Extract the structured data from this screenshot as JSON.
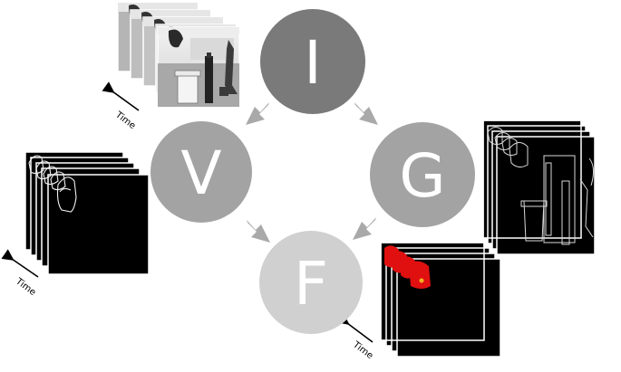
{
  "nodes": {
    "I": {
      "label": "I",
      "color": "#7a7a7a"
    },
    "V": {
      "label": "V",
      "color": "#a3a3a3"
    },
    "G": {
      "label": "G",
      "color": "#a3a3a3"
    },
    "F": {
      "label": "F",
      "color": "#d0d0d0"
    }
  },
  "arrow_color": "#a9a9a9",
  "time_labels": {
    "grayscale": "Time",
    "edges_v": "Time",
    "fused": "Time"
  },
  "stacks": {
    "grayscale": {
      "frame_count": 5,
      "content": "grayscale video frames"
    },
    "edges_v": {
      "frame_count": 5,
      "content": "sparse edge frames"
    },
    "edges_g": {
      "frame_count": 5,
      "content": "gradient edge frames"
    },
    "fused": {
      "frame_count": 5,
      "content": "fused red frames"
    }
  }
}
